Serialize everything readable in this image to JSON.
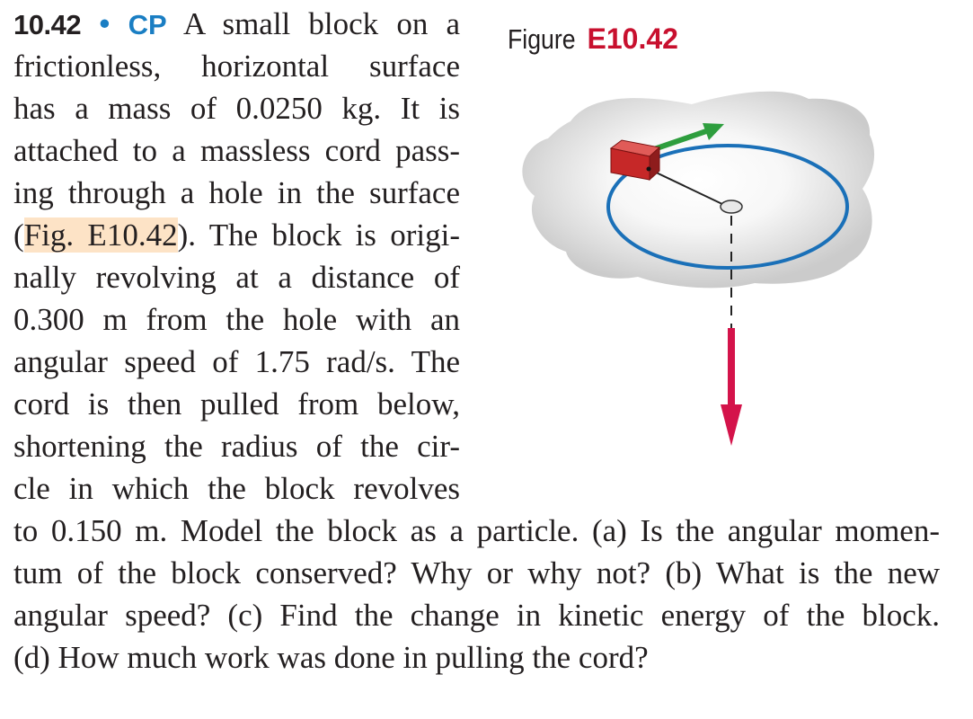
{
  "problem": {
    "number": "10.42",
    "bullet": "•",
    "difficulty": "CP",
    "lines": [
      "A small block on a",
      "frictionless, horizontal surface",
      "has a mass of 0.0250 kg. It is",
      "attached to a massless cord pass-",
      "ing through a hole in the surface",
      [
        "(",
        "Fig. E10.42",
        "). The block is origi-"
      ],
      "nally revolving at a distance of",
      "0.300 m from the hole with an",
      "angular speed of 1.75 rad/s. The",
      "cord is then pulled from below,",
      "shortening the radius of the cir-",
      "cle in which the block revolves",
      "to 0.150 m. Model the block as a particle. (a) Is the angular momen-",
      "tum of the block conserved? Why or why not? (b) What is the new",
      "angular speed? (c) Find the change in kinetic energy of the block.",
      "(d) How much work was done in pulling the cord?"
    ]
  },
  "figure": {
    "caption_label": "Figure",
    "caption_number": "E10.42"
  },
  "colors": {
    "accent_blue": "#1a7ec3",
    "caption_red": "#c8102e",
    "figref_highlight": "#fde3c6",
    "orbit_blue": "#1a70b8",
    "block_red": "#c62828",
    "velocity_green": "#2e9e3e",
    "pull_arrow_red": "#d4134a"
  }
}
